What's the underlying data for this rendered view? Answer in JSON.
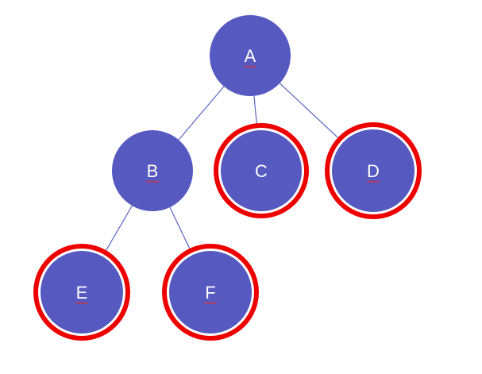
{
  "colors": {
    "node_fill": "#5559c0",
    "edge": "#5b67c4",
    "highlight_ring": "#ee0000",
    "label": "#ffffff",
    "spellcheck_underline": "#e03030"
  },
  "tree": {
    "nodes": [
      {
        "id": "A",
        "label": "A",
        "highlighted": false,
        "spellcheck_underline": true
      },
      {
        "id": "B",
        "label": "B",
        "highlighted": false,
        "spellcheck_underline": true
      },
      {
        "id": "C",
        "label": "C",
        "highlighted": true,
        "spellcheck_underline": false
      },
      {
        "id": "D",
        "label": "D",
        "highlighted": true,
        "spellcheck_underline": true
      },
      {
        "id": "E",
        "label": "E",
        "highlighted": true,
        "spellcheck_underline": true
      },
      {
        "id": "F",
        "label": "F",
        "highlighted": true,
        "spellcheck_underline": true
      }
    ],
    "edges": [
      {
        "from": "A",
        "to": "B"
      },
      {
        "from": "A",
        "to": "C"
      },
      {
        "from": "A",
        "to": "D"
      },
      {
        "from": "B",
        "to": "E"
      },
      {
        "from": "B",
        "to": "F"
      }
    ]
  }
}
